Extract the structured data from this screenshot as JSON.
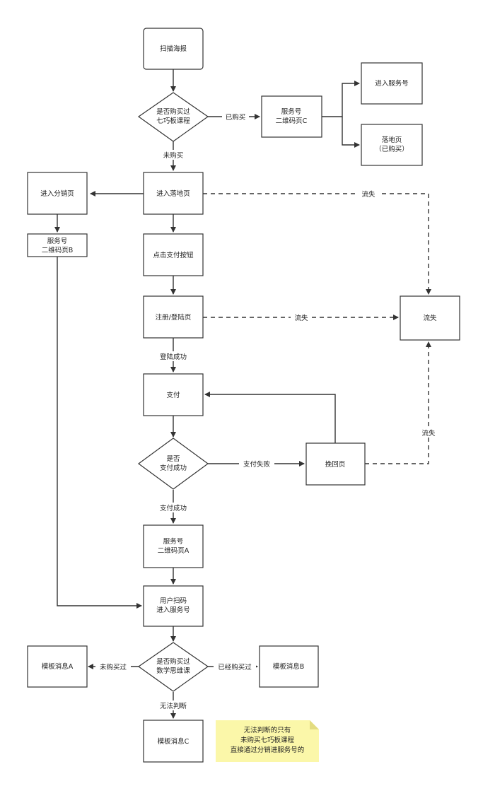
{
  "nodes": {
    "scan_poster": "扫描海报",
    "bought_qiqiao_q": [
      "是否购买过",
      "七巧板课程"
    ],
    "service_qr_c": [
      "服务号",
      "二维码页C"
    ],
    "enter_service_top": "进入服务号",
    "landing_bought": [
      "落地页",
      "（已购买）"
    ],
    "enter_landing": "进入落地页",
    "enter_distribution": "进入分销页",
    "service_qr_b": [
      "服务号",
      "二维码页B"
    ],
    "click_pay": "点击支付按钮",
    "register_login": "注册/登陆页",
    "churn": "流失",
    "pay": "支付",
    "pay_success_q": [
      "是否",
      "支付成功"
    ],
    "recover_page": "挽回页",
    "service_qr_a": [
      "服务号",
      "二维码页A"
    ],
    "user_scan": [
      "用户扫码",
      "进入服务号"
    ],
    "bought_math_q": [
      "是否购买过",
      "数学思维课"
    ],
    "template_a": "模板消息A",
    "template_b": "模板消息B",
    "template_c": "模板消息C"
  },
  "edge_labels": {
    "bought": "已购买",
    "not_bought": "未购买",
    "churn_1": "流失",
    "churn_2": "流失",
    "churn_3": "流失",
    "login_success": "登陆成功",
    "pay_failed": "支付失败",
    "pay_success": "支付成功",
    "not_bought_before": "未购买过",
    "already_bought": "已经购买过",
    "cannot_judge": "无法判断"
  },
  "note": [
    "无法判断的只有",
    "未购买七巧板课程",
    "直接通过分销进服务号的"
  ],
  "colors": {
    "note_fill": "#fbf7a9",
    "stroke": "#333333"
  }
}
